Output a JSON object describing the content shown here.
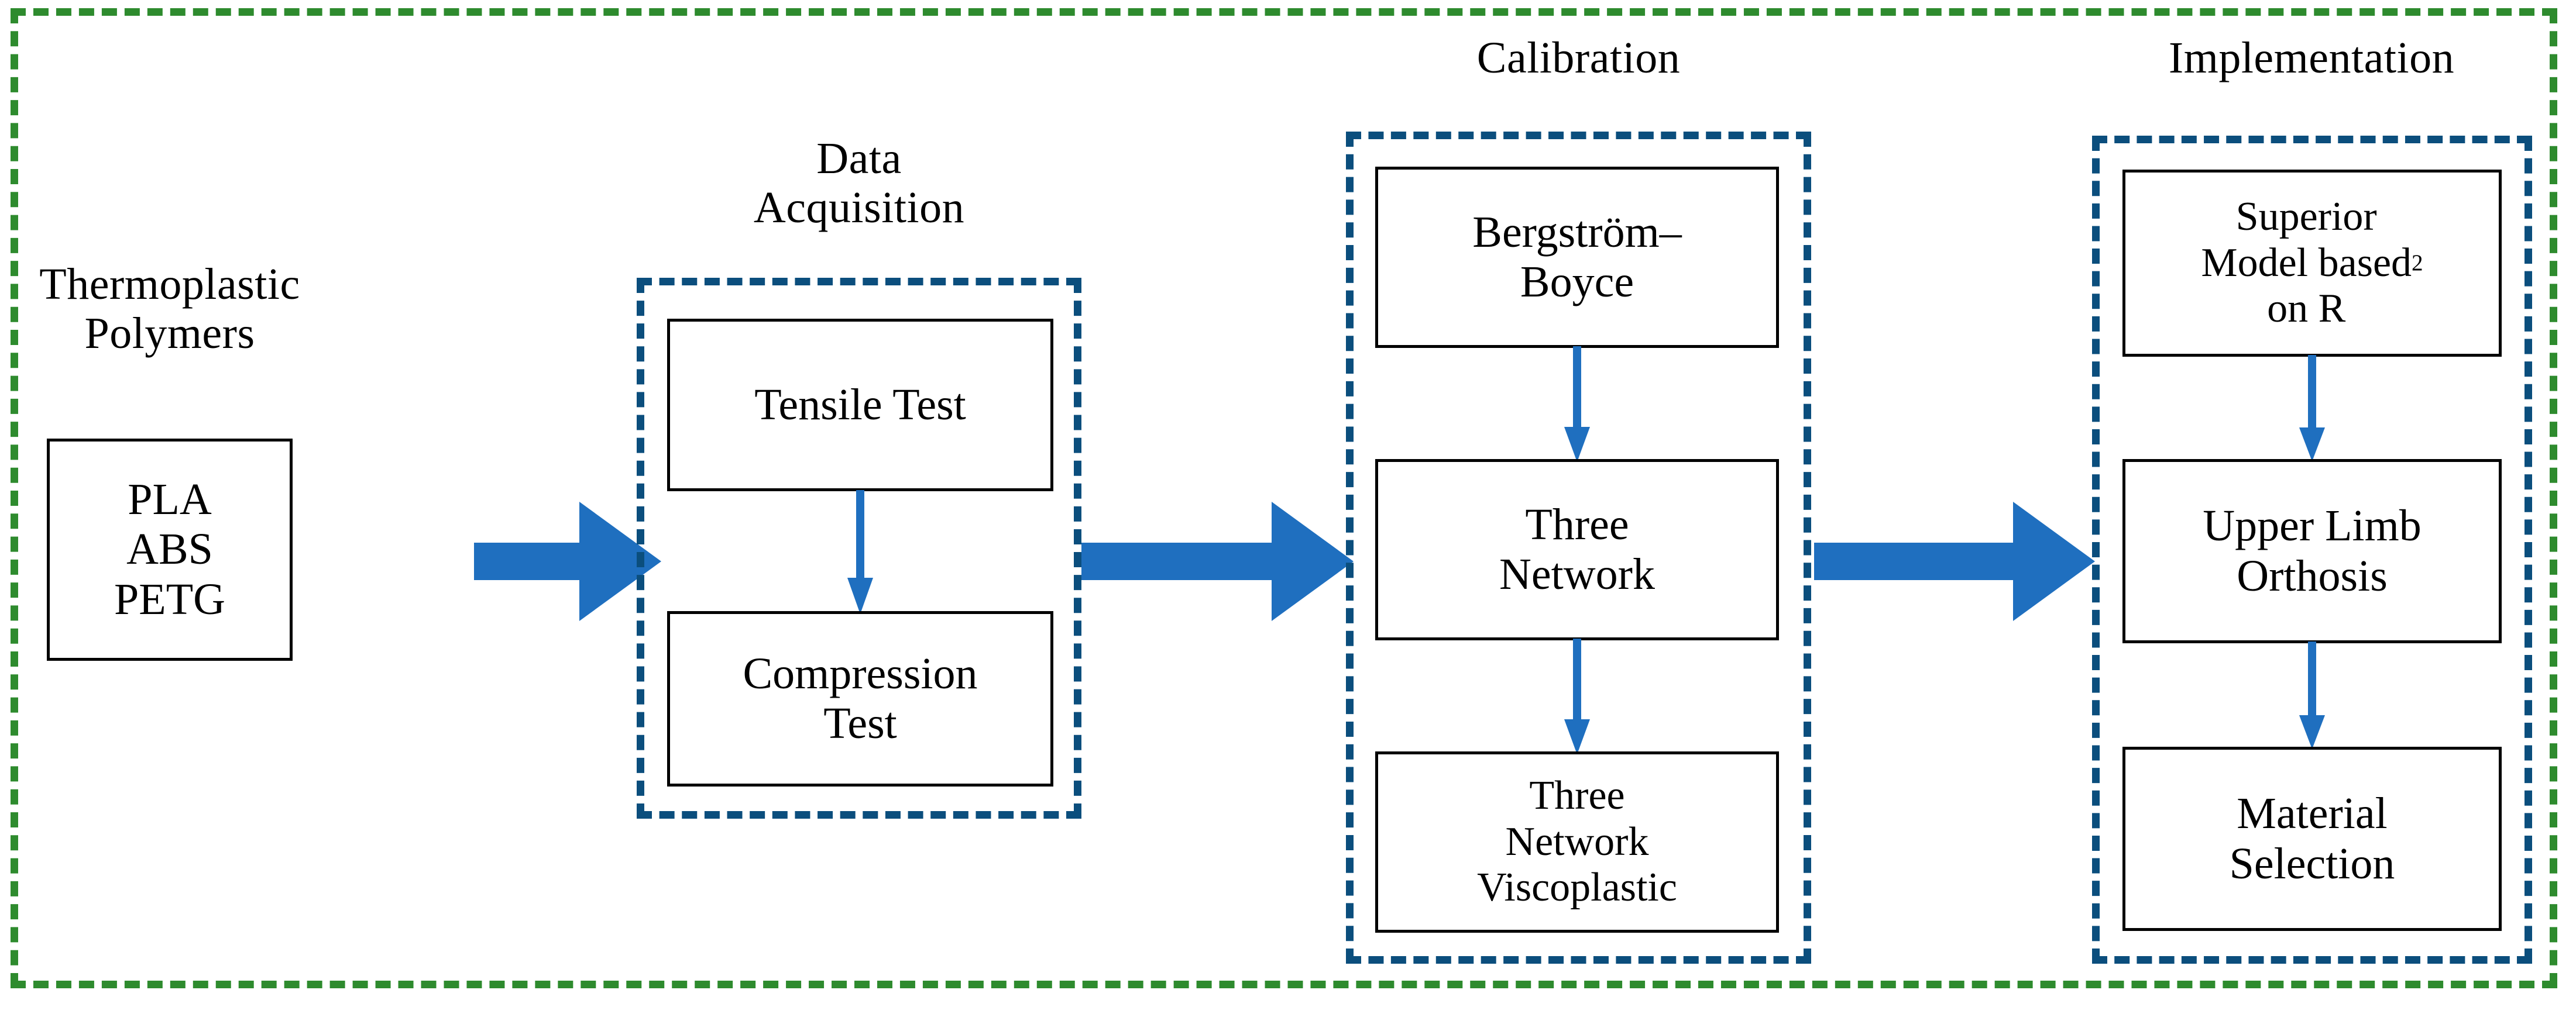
{
  "figure": {
    "type": "flowchart",
    "orientation": "left-to-right",
    "outer_frame_color": "#2E8B2E",
    "stage_frame_color": "#0B4E7D",
    "arrow_color": "#1F6FBF",
    "node_border_color": "#000000",
    "background_color": "#FFFFFF"
  },
  "stages": {
    "materials": {
      "title": "Thermoplastic\nPolymers",
      "nodes": [
        {
          "id": "materials-list",
          "label": "PLA\nABS\nPETG"
        }
      ]
    },
    "acquisition": {
      "title": "Data\nAcquisition",
      "nodes": [
        {
          "id": "tensile-test",
          "label": "Tensile Test"
        },
        {
          "id": "compression-test",
          "label": "Compression\nTest"
        }
      ]
    },
    "calibration": {
      "title": "Calibration",
      "nodes": [
        {
          "id": "bergstrom-boyce",
          "label": "Bergström–\nBoyce"
        },
        {
          "id": "three-network",
          "label": "Three\nNetwork"
        },
        {
          "id": "three-network-viscoplastic",
          "label": "Three\nNetwork\nViscoplastic"
        }
      ]
    },
    "implementation": {
      "title": "Implementation",
      "nodes": [
        {
          "id": "superior-model",
          "label_prefix": "Superior\nModel based\non R",
          "label_superscript": "2"
        },
        {
          "id": "upper-limb-orthosis",
          "label": "Upper Limb\nOrthosis"
        },
        {
          "id": "material-selection",
          "label": "Material\nSelection"
        }
      ]
    }
  },
  "connectors": {
    "stage_arrows": [
      {
        "id": "materials-to-acquisition",
        "from": "materials-list",
        "to": "acquisition-stage"
      },
      {
        "id": "acquisition-to-calibration",
        "from": "acquisition-stage",
        "to": "calibration-stage"
      },
      {
        "id": "calibration-to-implementation",
        "from": "calibration-stage",
        "to": "implementation-stage"
      }
    ],
    "node_arrows": [
      {
        "id": "tensile-to-compression",
        "from": "tensile-test",
        "to": "compression-test"
      },
      {
        "id": "bergstrom-to-three-network",
        "from": "bergstrom-boyce",
        "to": "three-network"
      },
      {
        "id": "three-network-to-viscoplastic",
        "from": "three-network",
        "to": "three-network-viscoplastic"
      },
      {
        "id": "superior-to-orthosis",
        "from": "superior-model",
        "to": "upper-limb-orthosis"
      },
      {
        "id": "orthosis-to-selection",
        "from": "upper-limb-orthosis",
        "to": "material-selection"
      }
    ]
  }
}
